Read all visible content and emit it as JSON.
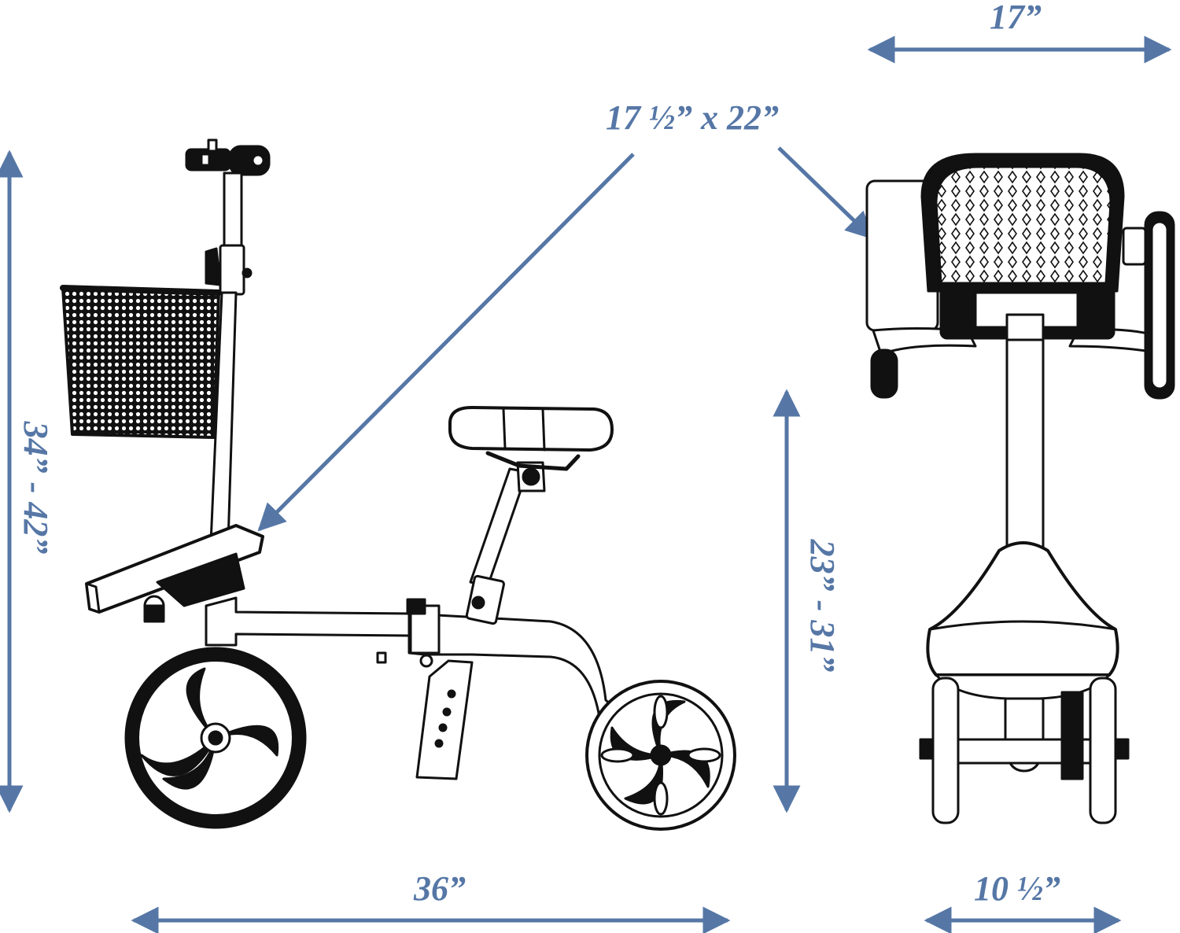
{
  "colors": {
    "accent": "#5677a6",
    "line": "#111111",
    "background": "#ffffff"
  },
  "dimensions": {
    "top_width": "17”",
    "pad_size": "17 ½” x 22”",
    "total_height": "34” - 42”",
    "pad_height": "23” - 31”",
    "length": "36”",
    "wheel_width": "10 ½”"
  }
}
